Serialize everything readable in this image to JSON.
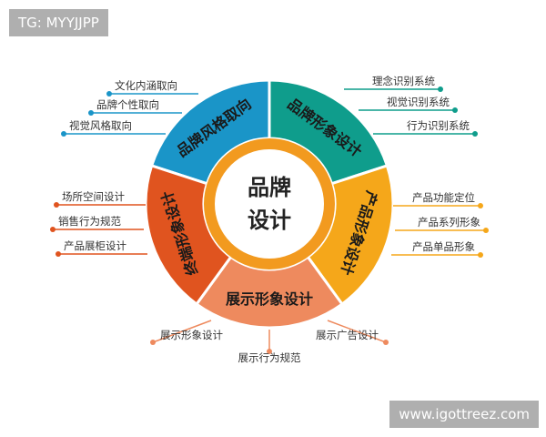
{
  "watermark_top": "TG: MYYJJPP",
  "watermark_bottom": "www.igottreez.com",
  "center": {
    "line1": "品牌",
    "line2": "设计"
  },
  "segments": [
    {
      "label": "品牌风格取向",
      "color": "#1a95c8",
      "items": [
        "文化内涵取向",
        "品牌个性取向",
        "视觉风格取向"
      ]
    },
    {
      "label": "品牌形象设计",
      "color": "#0f9d8c",
      "items": [
        "理念识别系统",
        "视觉识别系统",
        "行为识别系统"
      ]
    },
    {
      "label": "产品形象设计",
      "color": "#f5a71a",
      "items": [
        "产品功能定位",
        "产品系列形象",
        "产品单品形象"
      ]
    },
    {
      "label": "展示形象设计",
      "color": "#ee8a5e",
      "items": [
        "展示形象设计",
        "展示行为规范",
        "展示广告设计"
      ]
    },
    {
      "label": "终端形象设计",
      "color": "#e0541f",
      "items": [
        "场所空间设计",
        "销售行为规范",
        "产品展柜设计"
      ]
    }
  ],
  "colors": {
    "ring": "#f29a1f",
    "center_text": "#222222"
  }
}
